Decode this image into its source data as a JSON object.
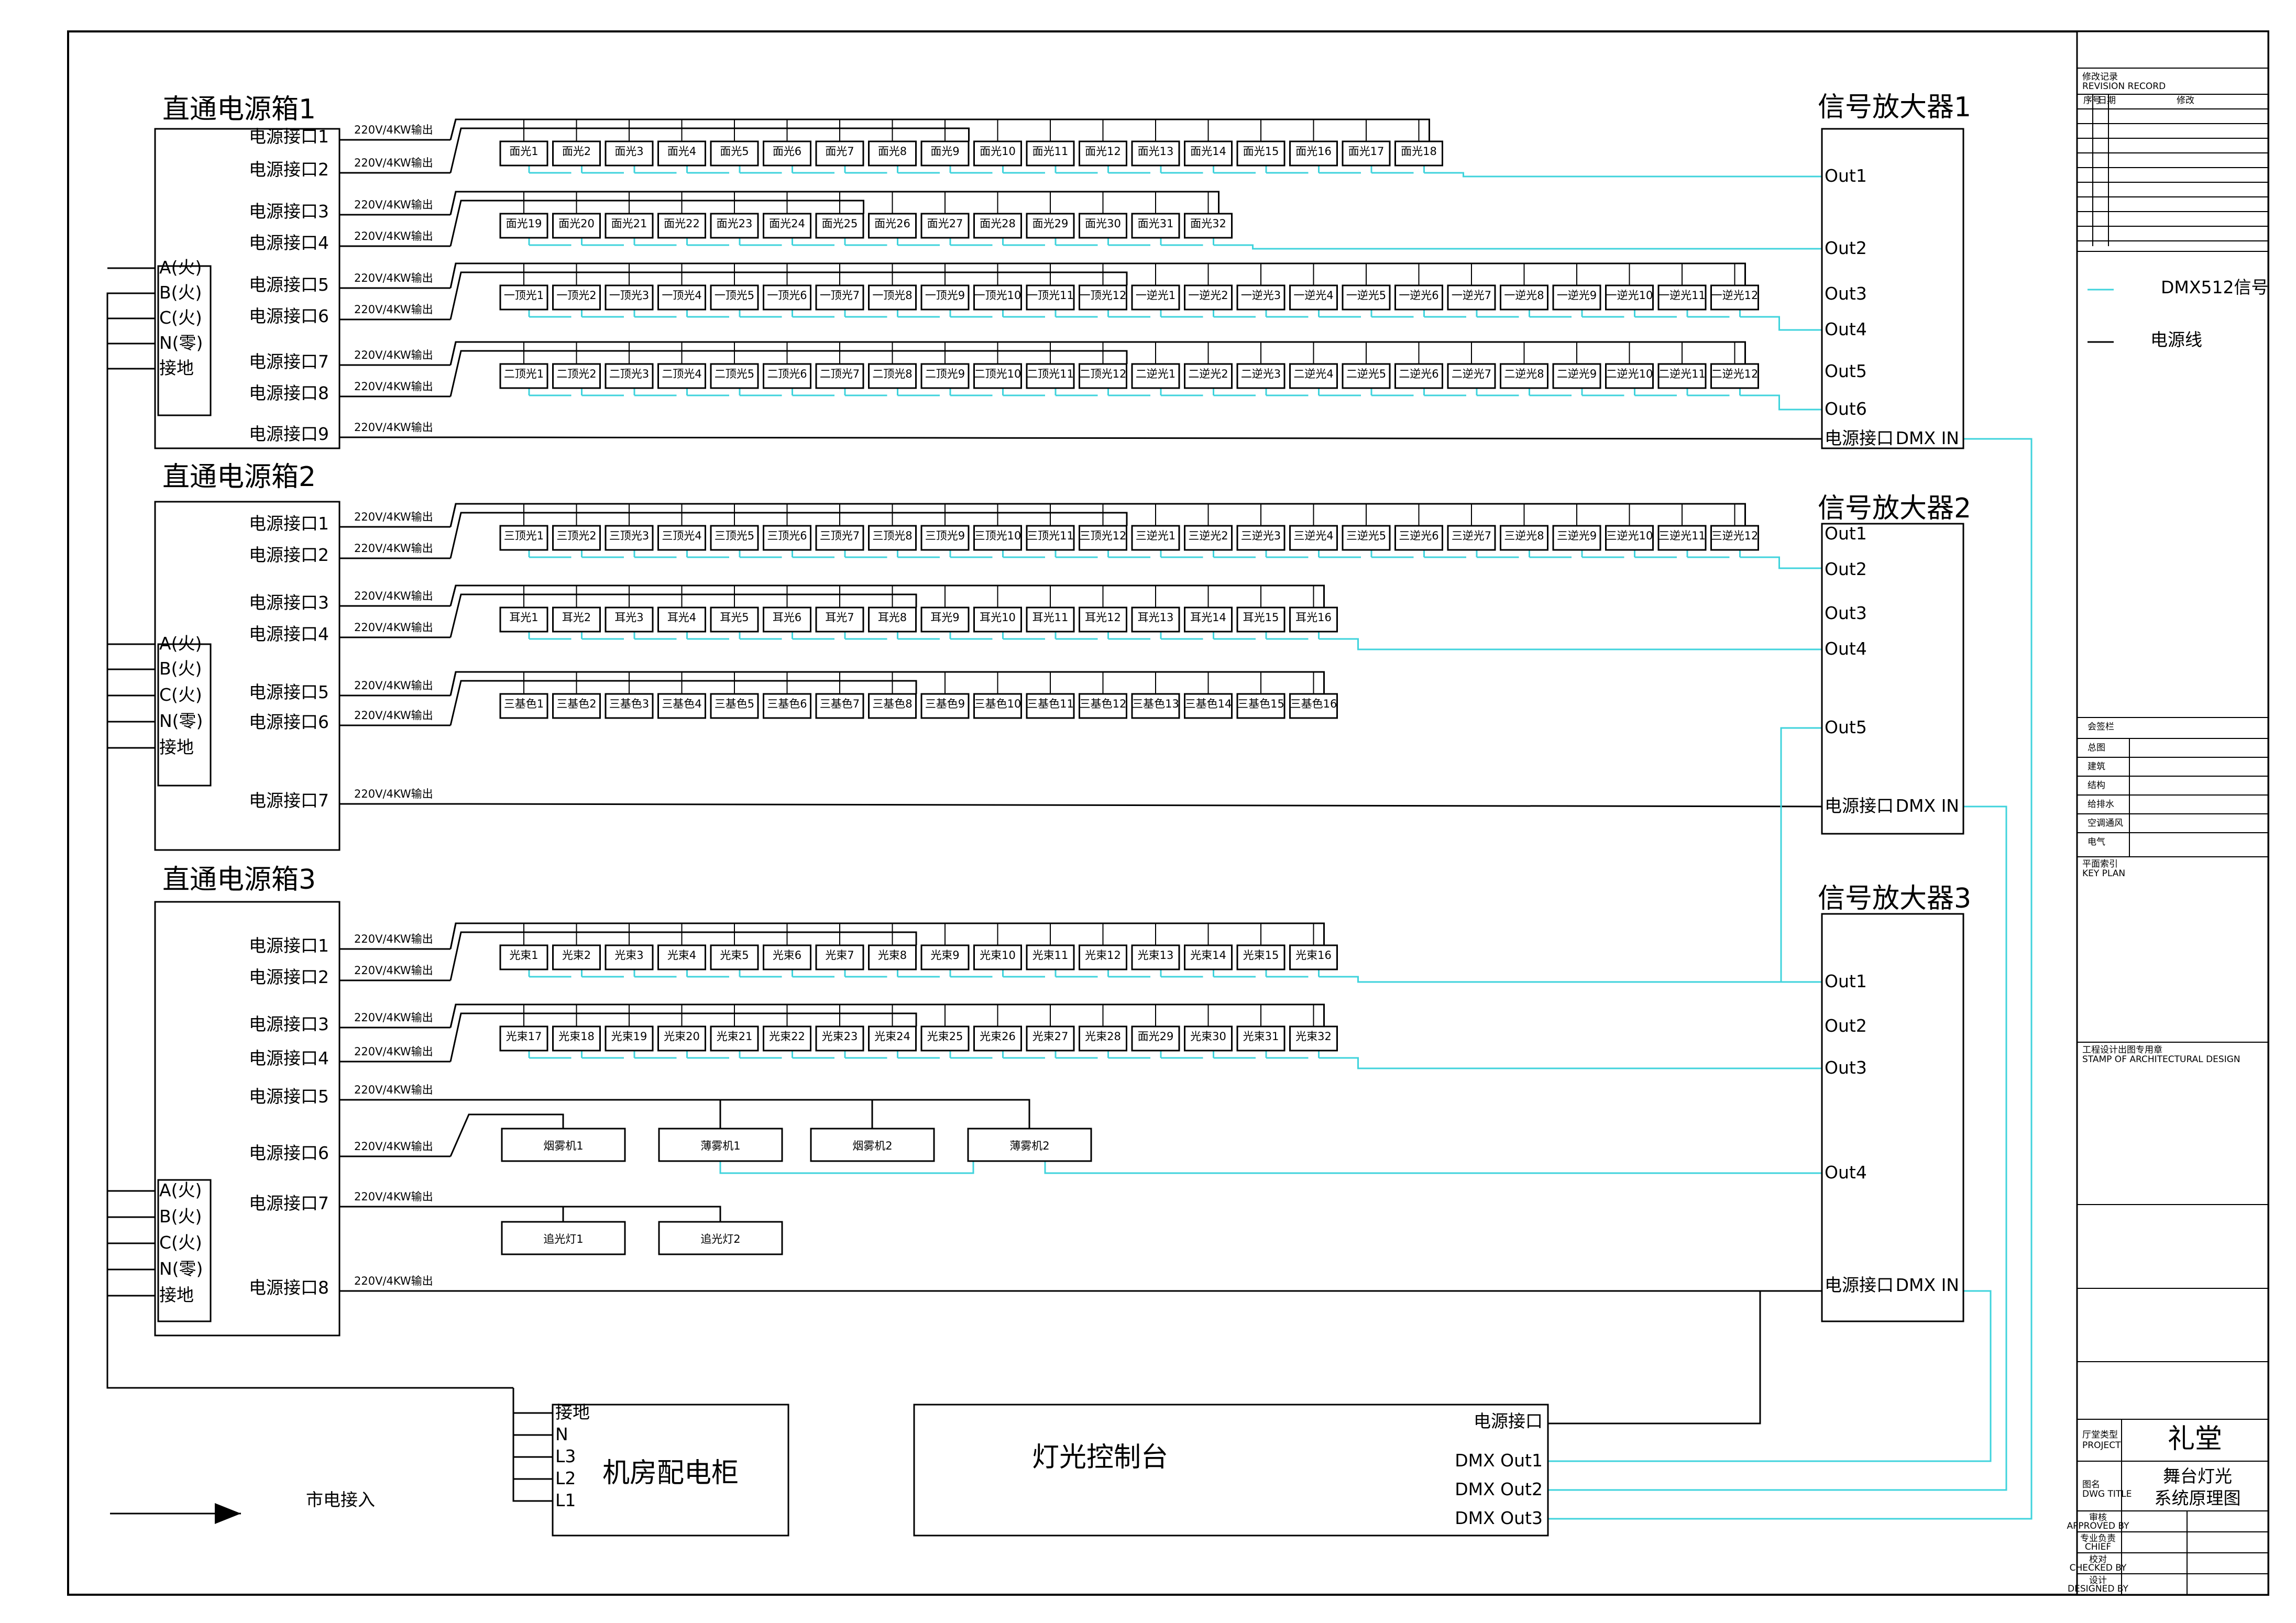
{
  "colors": {
    "dmx": "#3fd3dc",
    "power": "#000000",
    "title_red": "#d0021b"
  },
  "boxes": [
    {
      "title": "直通电源箱1",
      "ports": [
        "电源接口1",
        "电源接口2",
        "电源接口3",
        "电源接口4",
        "电源接口5",
        "电源接口6",
        "电源接口7",
        "电源接口8",
        "电源接口9"
      ]
    },
    {
      "title": "直通电源箱2",
      "ports": [
        "电源接口1",
        "电源接口2",
        "电源接口3",
        "电源接口4",
        "电源接口5",
        "电源接口6",
        "电源接口7"
      ]
    },
    {
      "title": "直通电源箱3",
      "ports": [
        "电源接口1",
        "电源接口2",
        "电源接口3",
        "电源接口4",
        "电源接口5",
        "电源接口6",
        "电源接口7",
        "电源接口8"
      ]
    }
  ],
  "terminals": [
    "A(火)",
    "B(火)",
    "C(火)",
    "N(零)",
    "接地"
  ],
  "output_label": "220V/4KW输出",
  "amps": [
    {
      "title": "信号放大器1",
      "outs": [
        "Out1",
        "Out2",
        "Out3",
        "Out4",
        "Out5",
        "Out6"
      ],
      "power": "电源接口",
      "dmxin": "DMX IN"
    },
    {
      "title": "信号放大器2",
      "outs": [
        "Out1",
        "Out2",
        "Out3",
        "Out4",
        "Out5"
      ],
      "power": "电源接口",
      "dmxin": "DMX IN"
    },
    {
      "title": "信号放大器3",
      "outs": [
        "Out1",
        "Out2",
        "Out3",
        "Out4"
      ],
      "power": "电源接口",
      "dmxin": "DMX IN"
    }
  ],
  "fixture_rows": [
    {
      "labels": [
        "面光1",
        "面光2",
        "面光3",
        "面光4",
        "面光5",
        "面光6",
        "面光7",
        "面光8",
        "面光9",
        "面光10",
        "面光11",
        "面光12",
        "面光13",
        "面光14",
        "面光15",
        "面光16",
        "面光17",
        "面光18"
      ]
    },
    {
      "labels": [
        "面光19",
        "面光20",
        "面光21",
        "面光22",
        "面光23",
        "面光24",
        "面光25",
        "面光26",
        "面光27",
        "面光28",
        "面光29",
        "面光30",
        "面光31",
        "面光32"
      ]
    },
    {
      "labels": [
        "一顶光1",
        "一顶光2",
        "一顶光3",
        "一顶光4",
        "一顶光5",
        "一顶光6",
        "一顶光7",
        "一顶光8",
        "一顶光9",
        "一顶光10",
        "一顶光11",
        "一顶光12",
        "一逆光1",
        "一逆光2",
        "一逆光3",
        "一逆光4",
        "一逆光5",
        "一逆光6",
        "一逆光7",
        "一逆光8",
        "一逆光9",
        "一逆光10",
        "一逆光11",
        "一逆光12"
      ]
    },
    {
      "labels": [
        "二顶光1",
        "二顶光2",
        "二顶光3",
        "二顶光4",
        "二顶光5",
        "二顶光6",
        "二顶光7",
        "二顶光8",
        "二顶光9",
        "二顶光10",
        "二顶光11",
        "二顶光12",
        "二逆光1",
        "二逆光2",
        "二逆光3",
        "二逆光4",
        "二逆光5",
        "二逆光6",
        "二逆光7",
        "二逆光8",
        "二逆光9",
        "二逆光10",
        "二逆光11",
        "二逆光12"
      ]
    },
    {
      "labels": [
        "三顶光1",
        "三顶光2",
        "三顶光3",
        "三顶光4",
        "三顶光5",
        "三顶光6",
        "三顶光7",
        "三顶光8",
        "三顶光9",
        "三顶光10",
        "三顶光11",
        "三顶光12",
        "三逆光1",
        "三逆光2",
        "三逆光3",
        "三逆光4",
        "三逆光5",
        "三逆光6",
        "三逆光7",
        "三逆光8",
        "三逆光9",
        "三逆光10",
        "三逆光11",
        "三逆光12"
      ]
    },
    {
      "labels": [
        "耳光1",
        "耳光2",
        "耳光3",
        "耳光4",
        "耳光5",
        "耳光6",
        "耳光7",
        "耳光8",
        "耳光9",
        "耳光10",
        "耳光11",
        "耳光12",
        "耳光13",
        "耳光14",
        "耳光15",
        "耳光16"
      ]
    },
    {
      "labels": [
        "三基色1",
        "三基色2",
        "三基色3",
        "三基色4",
        "三基色5",
        "三基色6",
        "三基色7",
        "三基色8",
        "三基色9",
        "三基色10",
        "三基色11",
        "三基色12",
        "三基色13",
        "三基色14",
        "三基色15",
        "三基色16"
      ]
    },
    {
      "labels": [
        "光束1",
        "光束2",
        "光束3",
        "光束4",
        "光束5",
        "光束6",
        "光束7",
        "光束8",
        "光束9",
        "光束10",
        "光束11",
        "光束12",
        "光束13",
        "光束14",
        "光束15",
        "光束16"
      ]
    },
    {
      "labels": [
        "光束17",
        "光束18",
        "光束19",
        "光束20",
        "光束21",
        "光束22",
        "光束23",
        "光束24",
        "光束25",
        "光束26",
        "光束27",
        "光束28",
        "面光29",
        "光束30",
        "光束31",
        "光束32"
      ]
    }
  ],
  "effects": {
    "row1": [
      "烟雾机1",
      "薄雾机1",
      "烟雾机2",
      "薄雾机2"
    ],
    "row2": [
      "追光灯1",
      "追光灯2"
    ]
  },
  "panel": {
    "title": "机房配电柜",
    "terminals": [
      "接地",
      "N",
      "L3",
      "L2",
      "L1"
    ],
    "input": "市电接入"
  },
  "console": {
    "title": "灯光控制台",
    "power": "电源接口",
    "outs": [
      "DMX Out1",
      "DMX Out2",
      "DMX Out3"
    ]
  },
  "legend": {
    "dmx": "DMX512信号",
    "power": "电源线"
  },
  "titleblock": {
    "rev_header": "修改记录",
    "rev_sub": "REVISION RECORD",
    "rev_cols": [
      "序号",
      "日期",
      "修改"
    ],
    "sign_header": "会签栏",
    "sign_rows": [
      "总图",
      "建筑",
      "结构",
      "给排水",
      "空调通风",
      "电气"
    ],
    "key_plan": "平面索引",
    "key_plan_en": "KEY PLAN",
    "stamp": "工程设计出图专用章",
    "stamp_en": "STAMP OF ARCHITECTURAL DESIGN",
    "project_label": "厅堂类型",
    "project_label_en": "PROJECT",
    "project": "礼堂",
    "drawing_label": "图名",
    "drawing_label_en": "DWG TITLE",
    "drawing_title_1": "舞台灯光",
    "drawing_title_2": "系统原理图",
    "roles": [
      {
        "cn": "审核",
        "en": "APPROVED BY"
      },
      {
        "cn": "专业负责",
        "en": "CHIEF"
      },
      {
        "cn": "校对",
        "en": "CHECKED BY"
      },
      {
        "cn": "设计",
        "en": "DESIGNED BY"
      }
    ]
  }
}
